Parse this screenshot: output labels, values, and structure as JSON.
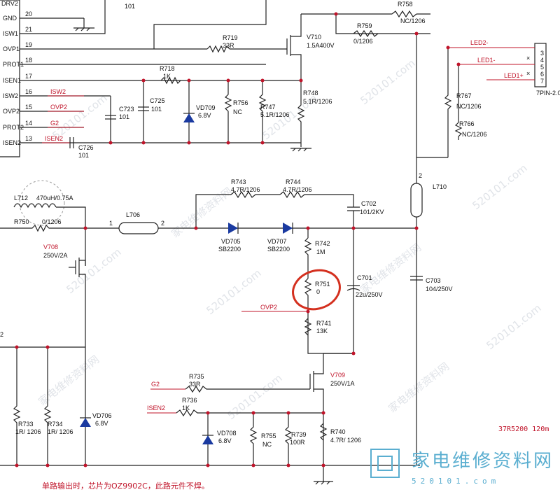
{
  "ic_pins": [
    {
      "num": "20",
      "name": "GND"
    },
    {
      "num": "21",
      "name": "ISW1"
    },
    {
      "num": "19",
      "name": "OVP1"
    },
    {
      "num": "18",
      "name": "PROT1"
    },
    {
      "num": "17",
      "name": "ISEN1"
    },
    {
      "num": "16",
      "name": "ISW2"
    },
    {
      "num": "15",
      "name": "OVP2"
    },
    {
      "num": "14",
      "name": "PROT2"
    },
    {
      "num": "13",
      "name": "ISEN2"
    }
  ],
  "ic_top_partial": "DRV2",
  "net_labels": {
    "isw2": "ISW2",
    "ovp2_a": "OVP2",
    "g2_a": "G2",
    "isen2_a": "ISEN2",
    "ovp2_b": "OVP2",
    "g2_b": "G2",
    "isen2_b": "ISEN2",
    "led2m": "LED2-",
    "led1m": "LED1-",
    "led1p": "LED1+"
  },
  "components": {
    "r758": {
      "ref": "R758",
      "val": "NC/1206"
    },
    "r759": {
      "ref": "R759",
      "val": "0/1206"
    },
    "r719": {
      "ref": "R719",
      "val": "33R"
    },
    "v710": {
      "ref": "V710",
      "val": "1.5A400V"
    },
    "r718": {
      "ref": "R718",
      "val": "1K"
    },
    "c725": {
      "ref": "C725",
      "val": "101"
    },
    "c723": {
      "ref": "C723",
      "val": "101"
    },
    "vd709": {
      "ref": "VD709",
      "val": "6.8V"
    },
    "r756": {
      "ref": "R756",
      "val": "NC"
    },
    "r747": {
      "ref": "R747",
      "val": "5.1R/1206"
    },
    "r748": {
      "ref": "R748",
      "val": "5.1R/1206"
    },
    "c726": {
      "ref": "C726",
      "val": "101"
    },
    "top101": {
      "ref": "",
      "val": "101"
    },
    "r767": {
      "ref": "R767",
      "val": "NC/1206"
    },
    "r766": {
      "ref": "R766",
      "val": "NC/1206"
    },
    "l710": {
      "ref": "L710",
      "val": ""
    },
    "l712": {
      "ref": "L712",
      "val": "470uH/0.75A"
    },
    "r750": {
      "ref": "R750",
      "val": "0/1206"
    },
    "l706": {
      "ref": "L706",
      "val": ""
    },
    "r743": {
      "ref": "R743",
      "val": "4.7R/1206"
    },
    "r744": {
      "ref": "R744",
      "val": "4.7R/1206"
    },
    "c702": {
      "ref": "C702",
      "val": "101/2KV"
    },
    "vd705": {
      "ref": "VD705",
      "val": "SB2200"
    },
    "vd707": {
      "ref": "VD707",
      "val": "SB2200"
    },
    "r742": {
      "ref": "R742",
      "val": "1M"
    },
    "v708": {
      "ref": "V708",
      "val": "250V/2A"
    },
    "r751": {
      "ref": "R751",
      "val": "0"
    },
    "c701": {
      "ref": "C701",
      "val": "22u/250V"
    },
    "c703": {
      "ref": "C703",
      "val": "104/250V"
    },
    "r741": {
      "ref": "R741",
      "val": "13K"
    },
    "v709": {
      "ref": "V709",
      "val": "250V/1A"
    },
    "r735": {
      "ref": "R735",
      "val": "33R"
    },
    "r736": {
      "ref": "R736",
      "val": "1K"
    },
    "vd706": {
      "ref": "VD706",
      "val": "6.8V"
    },
    "r733": {
      "ref": "R733",
      "val": "1R/ 1206"
    },
    "r734": {
      "ref": "R734",
      "val": "1R/ 1206"
    },
    "vd708": {
      "ref": "VD708",
      "val": "6.8V"
    },
    "r755": {
      "ref": "R755",
      "val": "NC"
    },
    "r739": {
      "ref": "R739",
      "val": "100R"
    },
    "r740": {
      "ref": "R740",
      "val": "4.7R/ 1206"
    }
  },
  "connector": {
    "label": "7PIN-2.0",
    "pins": [
      "3",
      "4",
      "5",
      "6",
      "7"
    ]
  },
  "pin_numbers": {
    "l706_1": "1",
    "l706_2": "2",
    "l710_2": "2",
    "left_2": "2"
  },
  "watermark": "520101.com",
  "watermark_cn": "家电维修资料网",
  "brand": {
    "name": "家电维修资料网",
    "url": "520101.com"
  },
  "note": "单路输出时，芯片为OZ9902C，此路元件不焊。",
  "model_text": "37R5200 120m",
  "colors": {
    "wire": "#222222",
    "marker": "#c0142a",
    "brand": "#5aaed0"
  }
}
